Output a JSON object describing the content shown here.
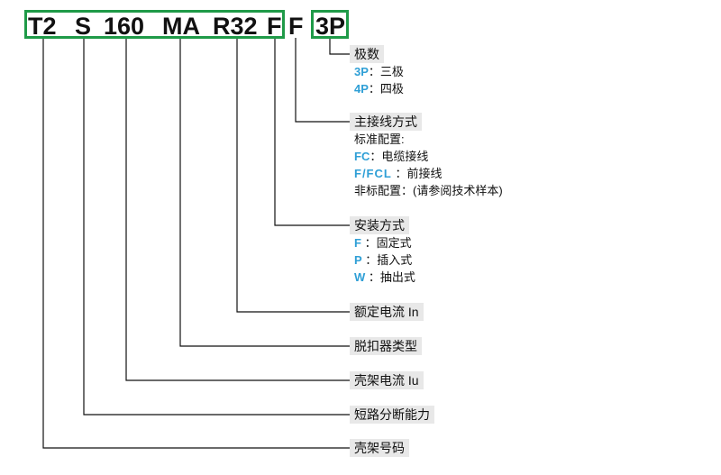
{
  "code": {
    "t2": "T2",
    "s": "S",
    "frame": "160",
    "ma": "MA",
    "r32": "R32",
    "f1": "F",
    "f2": "F",
    "poles": "3P"
  },
  "labels": {
    "poles": "极数",
    "connection": "主接线方式",
    "mounting": "安装方式",
    "rated_current": "额定电流 In",
    "trip_type": "脱扣器类型",
    "frame_current": "壳架电流 Iu",
    "breaking": "短路分断能力",
    "frame_no": "壳架号码"
  },
  "options": {
    "poles": [
      {
        "code": "3P",
        "sep": "：",
        "text": "三极"
      },
      {
        "code": "4P",
        "sep": "：",
        "text": "四极"
      }
    ],
    "connection": {
      "std_title": "标准配置:",
      "std": [
        {
          "code": "FC",
          "sep": "：",
          "text": "电缆接线"
        },
        {
          "code": "F/FCL",
          "sep": " ：",
          "text": "前接线"
        }
      ],
      "nonstd": "非标配置：(请参阅技术样本)"
    },
    "mounting": [
      {
        "code": "F",
        "sep": " ：",
        "text": "固定式"
      },
      {
        "code": "P",
        "sep": " ：",
        "text": "插入式"
      },
      {
        "code": "W",
        "sep": " ：",
        "text": "抽出式"
      }
    ]
  },
  "colors": {
    "box_border": "#1f9a48",
    "code_accent": "#2f9fd6",
    "label_bg": "#e8e8e8",
    "line": "#111111"
  }
}
